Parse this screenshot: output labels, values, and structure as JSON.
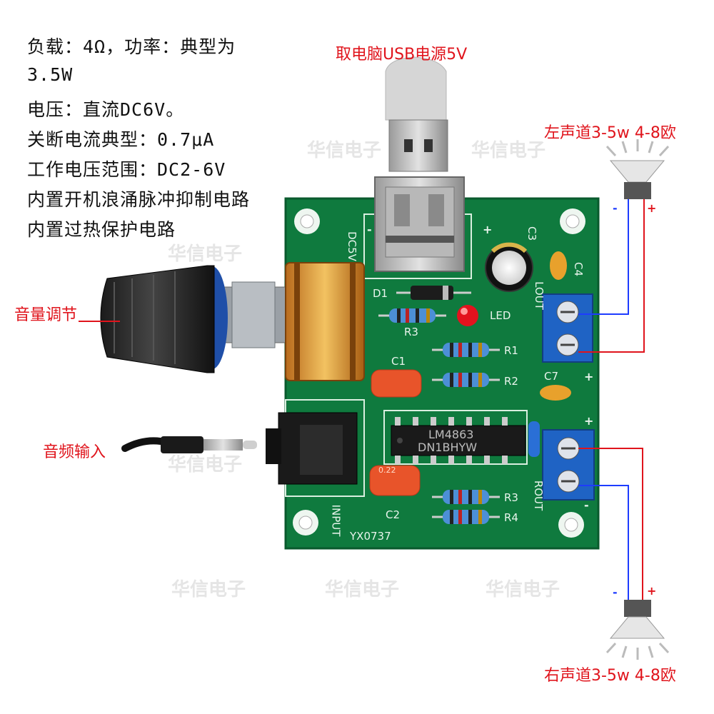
{
  "specs": [
    "负载：4Ω，功率：典型为",
    "3.5W",
    "电压：直流DC6V。",
    "关断电流典型：0.7μA",
    "工作电压范围：DC2-6V",
    "内置开机浪涌脉冲抑制电路",
    "内置过热保护电路"
  ],
  "labels": {
    "usb_power": "取电脑USB电源5V",
    "left_channel": "左声道3-5w 4-8欧",
    "right_channel": "右声道3-5w 4-8欧",
    "volume": "音量调节",
    "audio_input": "音频输入"
  },
  "watermark": "华信电子",
  "pcb": {
    "dc5v": "DC5V",
    "d1": "D1",
    "r3_top": "R3",
    "led": "LED",
    "c3": "C3",
    "c4": "C4",
    "lout": "LOUT",
    "r1": "R1",
    "r2": "R2",
    "c1": "C1",
    "c7": "C7",
    "chip": "LM4863",
    "chip_code": "DN1BHYW",
    "r3": "R3",
    "r4": "R4",
    "c2": "C2",
    "rout": "ROUT",
    "input": "INPUT",
    "model": "YX0737",
    "cap_val": "0.22"
  },
  "polarity": {
    "minus": "-",
    "plus": "+"
  },
  "colors": {
    "label_red": "#e0141c",
    "pcb_green": "#0f7a3e",
    "wire_blue": "#1e3cff",
    "wire_red": "#e0141c",
    "terminal_blue": "#1f63c4"
  }
}
